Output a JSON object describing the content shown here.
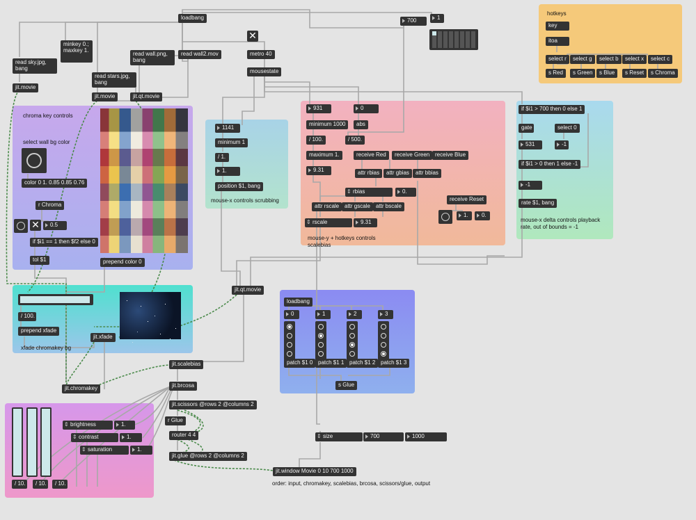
{
  "panels": {
    "hotkeys": {
      "title": "hotkeys",
      "color": "#f5c97a"
    },
    "chroma": {
      "title": "chroma key controls",
      "subtitle": "select wall bg color",
      "color": "#b9a8ec"
    },
    "scrub": {
      "caption": "mouse-x controls scrubbing",
      "color": "#a9dcd8"
    },
    "scalebias": {
      "caption": "mouse-y + hotkeys controls scalebias",
      "color": "#f1b3b8"
    },
    "playback": {
      "caption": "mouse-x delta controls playback rate, out of bounds = -1",
      "color": "#aee0cc"
    },
    "xfade": {
      "caption": "xfade chromakey bg",
      "color": "#61dfd6"
    },
    "patchgroup": {
      "color": "#8f8ff0"
    },
    "bcs": {
      "color": "#e79cd9"
    }
  },
  "objects": {
    "loadbang": "loadbang",
    "n700": "700",
    "n1top": "1",
    "read_sky": "read sky.jpg, bang",
    "minkey": "minkey 0.; maxkey 1.",
    "read_wall_png": "read wall.png, bang",
    "read_wall_mov": "read wall2.mov",
    "metro": "metro 40",
    "mousestate": "mousestate",
    "read_stars": "read stars.jpg, bang",
    "jit_movie_a": "jit.movie",
    "jit_movie_b": "jit.movie",
    "jit_qt_movie_top": "jit.qt.movie",
    "key": "key",
    "itoa": "itoa",
    "select_r": "select r",
    "select_g": "select g",
    "select_b": "select b",
    "select_x": "select x",
    "select_c": "select c",
    "s_red": "s Red",
    "s_green": "s Green",
    "s_blue": "s Blue",
    "s_reset": "s Reset",
    "s_chroma": "s Chroma",
    "color_msg": "color 0 1. 0.85 0.85 0.76",
    "r_chroma": "r Chroma",
    "n05": "0.5",
    "if_f2": "if $i1 == 1 then $f2 else 0",
    "tol": "tol $1",
    "prepend_color": "prepend color 0",
    "n1141": "1141",
    "minimum1": "minimum 1",
    "div1": "/ 1.",
    "n1": "1.",
    "position": "position $1, bang",
    "n931": "931",
    "n0": "0",
    "minimum1000": "minimum 1000",
    "abs": "abs",
    "div100": "/ 100.",
    "div500": "/ 500.",
    "maximum1": "maximum 1.",
    "receive_red": "receive Red",
    "receive_green": "receive Green",
    "receive_blue": "receive Blue",
    "n931b": "9.31",
    "attr_rbias": "attr rbias",
    "attr_gbias": "attr gbias",
    "attr_bbias": "attr bbias",
    "rbias": "rbias",
    "rbias_val": "0.",
    "attr_rscale": "attr rscale",
    "attr_gscale": "attr gscale",
    "attr_bscale": "attr bscale",
    "receive_reset": "receive Reset",
    "n1b": "1.",
    "n0b": "0.",
    "rscale": "rscale",
    "rscale_val": "9.31",
    "if_700": "if $i1 > 700 then 0 else 1",
    "gate": "gate",
    "select0": "select 0",
    "n531": "531",
    "neg1": "-1",
    "if_sign": "if $i1 > 0 then 1 else -1",
    "neg1b": "-1",
    "rate": "rate $1, bang",
    "div100b": "/ 100.",
    "prepend_xfade": "prepend xfade",
    "jit_xfade": "jit.xfade",
    "jit_qt_movie": "jit.qt.movie",
    "loadbang2": "loadbang",
    "r0": "0",
    "r1": "1",
    "r2": "2",
    "r3": "3",
    "patch0": "patch $1 0",
    "patch1": "patch $1 1",
    "patch2": "patch $1 2",
    "patch3": "patch $1 3",
    "s_glue": "s Glue",
    "jit_scalebias": "jit.scalebias",
    "jit_brcosa": "jit.brcosa",
    "jit_scissors": "jit.scissors @rows 2 @columns 2",
    "r_glue": "r Glue",
    "router": "router 4 4",
    "jit_glue": "jit.glue @rows 2 @columns 2",
    "jit_chromakey": "jit.chromakey",
    "brightness": "brightness",
    "brightness_val": "1.",
    "contrast": "contrast",
    "contrast_val": "1.",
    "saturation": "saturation",
    "saturation_val": "1.",
    "size": "size",
    "size_w": "700",
    "size_h": "1000",
    "jit_window": "jit.window Movie 0 10 700 1000",
    "order_note": "order: input, chromakey, scalebias, brcosa, scissors/glue, output",
    "d10a": "/ 10.",
    "d10b": "/ 10.",
    "d10c": "/ 10.",
    "rbias_slider": 0.0
  },
  "icons": {
    "toggle": "x-toggle-icon",
    "button": "bang-button-icon"
  },
  "colors": {
    "object_bg": "#333333",
    "background": "#e4e4e4",
    "patchcord": "#a8a8a8",
    "signal_cord": "#4a8a4a"
  }
}
